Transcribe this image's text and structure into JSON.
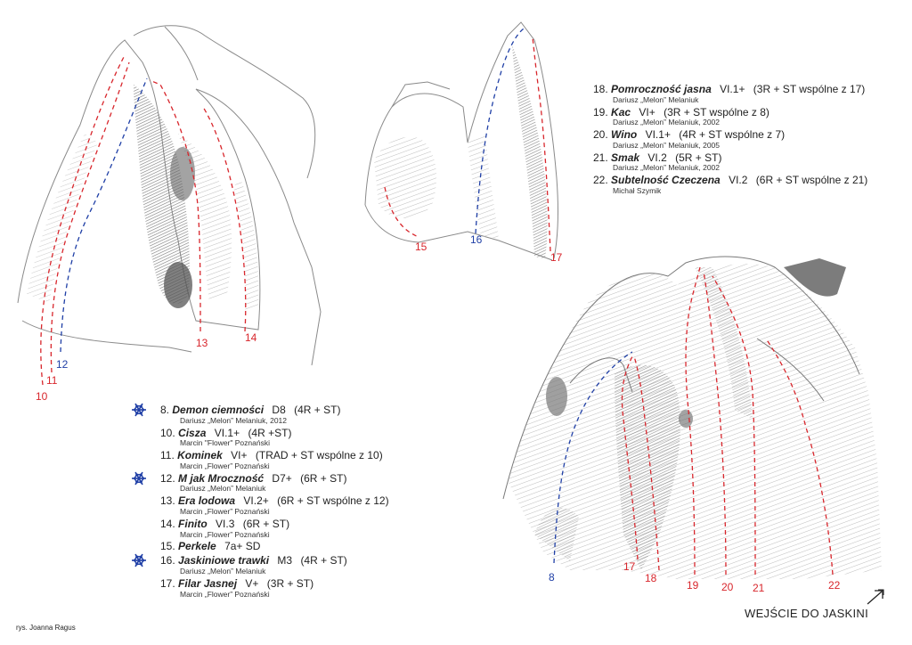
{
  "colors": {
    "red": "#d8262c",
    "blue": "#1f3fa6",
    "rock": "#9a9a9a",
    "rock_dark": "#555555"
  },
  "topo_labels": {
    "left": [
      "10",
      "11",
      "12",
      "13",
      "14"
    ],
    "middle": [
      "15",
      "16",
      "17"
    ],
    "right": [
      "8",
      "17",
      "18",
      "19",
      "20",
      "21",
      "22"
    ]
  },
  "routes_left": [
    {
      "number": "8.",
      "name": "Demon ciemności",
      "grade": "D8",
      "info": "(4R + ST)",
      "author": "Dariusz „Melon” Melaniuk, 2012",
      "icon": "snowflake-icon"
    },
    {
      "number": "10.",
      "name": "Cisza",
      "grade": "VI.1+",
      "info": "(4R +ST)",
      "author": "Marcin \"Flower\" Poznański"
    },
    {
      "number": "11.",
      "name": "Kominek",
      "grade": "VI+",
      "info": "(TRAD + ST wspólne z 10)",
      "author": "Marcin „Flower” Poznański"
    },
    {
      "number": "12.",
      "name": "M jak  Mroczność",
      "grade": "D7+",
      "info": "(6R + ST)",
      "author": "Dariusz „Melon” Melaniuk",
      "icon": "snowflake-icon"
    },
    {
      "number": "13.",
      "name": "Era lodowa",
      "grade": "VI.2+",
      "info": "(6R + ST wspólne z 12)",
      "author": "Marcin „Flower” Poznański"
    },
    {
      "number": "14.",
      "name": "Finito",
      "grade": "VI.3",
      "info": "(6R + ST)",
      "author": "Marcin „Flower” Poznański"
    },
    {
      "number": "15.",
      "name": "Perkele",
      "grade": "7a+ SD",
      "info": "",
      "author": ""
    },
    {
      "number": "16.",
      "name": "Jaskiniowe trawki",
      "grade": "M3",
      "info": "(4R + ST)",
      "author": "Dariusz „Melon” Melaniuk",
      "icon": "snowflake-icon"
    },
    {
      "number": "17.",
      "name": "Filar Jasnej",
      "grade": "V+",
      "info": "(3R + ST)",
      "author": "Marcin „Flower” Poznański"
    }
  ],
  "routes_right": [
    {
      "number": "18.",
      "name": "Pomroczność jasna",
      "grade": "VI.1+",
      "info": "(3R + ST wspólne z 17)",
      "author": "Dariusz „Melon” Melaniuk"
    },
    {
      "number": "19.",
      "name": "Kac",
      "grade": "VI+",
      "info": "(3R + ST wspólne z 8)",
      "author": "Dariusz „Melon” Melaniuk, 2002"
    },
    {
      "number": "20.",
      "name": "Wino",
      "grade": "VI.1+",
      "info": "(4R + ST wspólne z 7)",
      "author": "Dariusz „Melon” Melaniuk, 2005"
    },
    {
      "number": "21.",
      "name": "Smak",
      "grade": "VI.2",
      "info": "(5R + ST)",
      "author": "Dariusz „Melon” Melaniuk, 2002"
    },
    {
      "number": "22.",
      "name": "Subtelność Czeczena",
      "grade": "VI.2",
      "info": "(6R + ST wspólne z 21)",
      "author": "Michał Szymik"
    }
  ],
  "footer": {
    "credit": "rys. Joanna Ragus",
    "cave_entrance": "WEJŚCIE DO JASKINI",
    "arrow_icon": "arrow-up-right-icon"
  }
}
